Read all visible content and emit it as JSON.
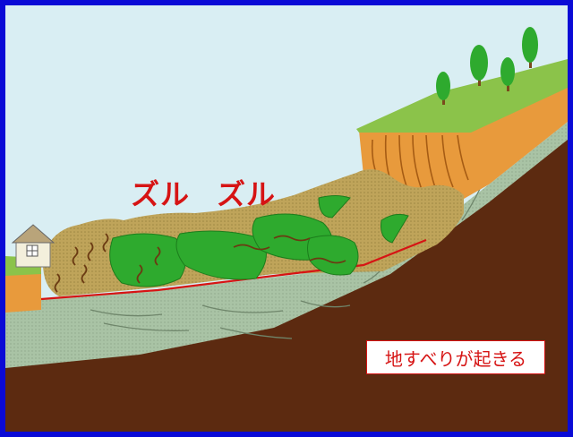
{
  "sound_effects": [
    "ズル",
    "ズル"
  ],
  "caption": "地すべりが起きる",
  "colors": {
    "frame": "#0a0ad6",
    "sky": "#d9eef3",
    "bedrock": "#5c2a10",
    "gray_layer": "#a9c3a5",
    "slide_mass": "#bfa45a",
    "scarp": "#e89a3c",
    "grass": "#8bc34a",
    "text": "#d61414"
  },
  "icons": [
    "house-icon",
    "tree-icon",
    "slip-surface-line",
    "water-pond"
  ]
}
